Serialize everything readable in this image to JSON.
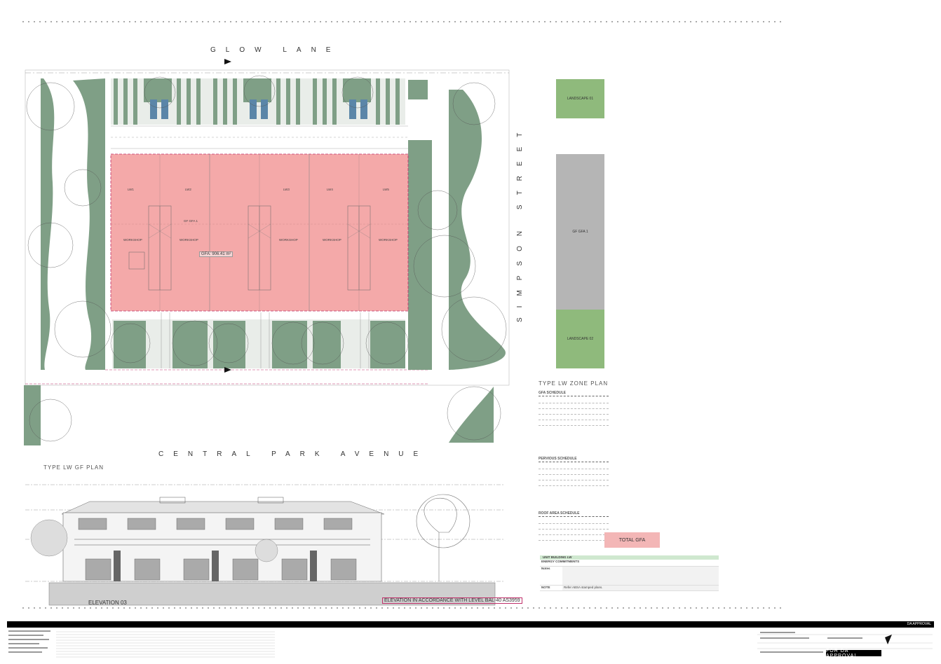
{
  "streets": {
    "north": "GLOW LANE",
    "east": "SIMPSON STREET",
    "south": "CENTRAL PARK AVENUE"
  },
  "plan": {
    "units": [
      "LW1",
      "LW2",
      "LW3",
      "LW4",
      "LW5"
    ],
    "workshops": [
      "WORKSHOP",
      "WORKSHOP",
      "WORKSHOP",
      "WORKSHOP",
      "WORKSHOP"
    ],
    "gfa_label": "GF GFA 1",
    "gfa_area": "GFA: 906.41 m²",
    "title": "TYPE LW ZONE PLAN",
    "gf_title": "TYPE LW GF PLAN"
  },
  "zones": [
    {
      "label": "LANDSCAPE 01"
    },
    {
      "label": "GF GFA 1"
    },
    {
      "label": "LANDSCAPE 02"
    }
  ],
  "schedules": {
    "gfa": "GFA SCHEDULE",
    "pervious": "PERVIOUS SCHEDULE",
    "roof": "ROOF AREA SCHEDULE"
  },
  "legend": {
    "total_gfa": "TOTAL GFA"
  },
  "energy": {
    "title": "UNIT BUILDING LW",
    "header": "ENERGY COMMITMENTS",
    "notes_key": "Notes",
    "note_key": "NOTE",
    "note_value": "Refer ABSA stamped plans."
  },
  "elevation": {
    "label": "ELEVATION 03",
    "note": "ELEVATION IN ACCORDANCE WITH LEVEL BAL-40 AS3959"
  },
  "titleblock": {
    "bar_text": "DA APPROVAL",
    "status": "FOR DA APPROVAL"
  },
  "colors": {
    "gfa_fill": "#f4a9a9",
    "landscape": "#7f9f86",
    "zone_green": "#8fba7c",
    "zone_grey": "#b5b5b5"
  }
}
